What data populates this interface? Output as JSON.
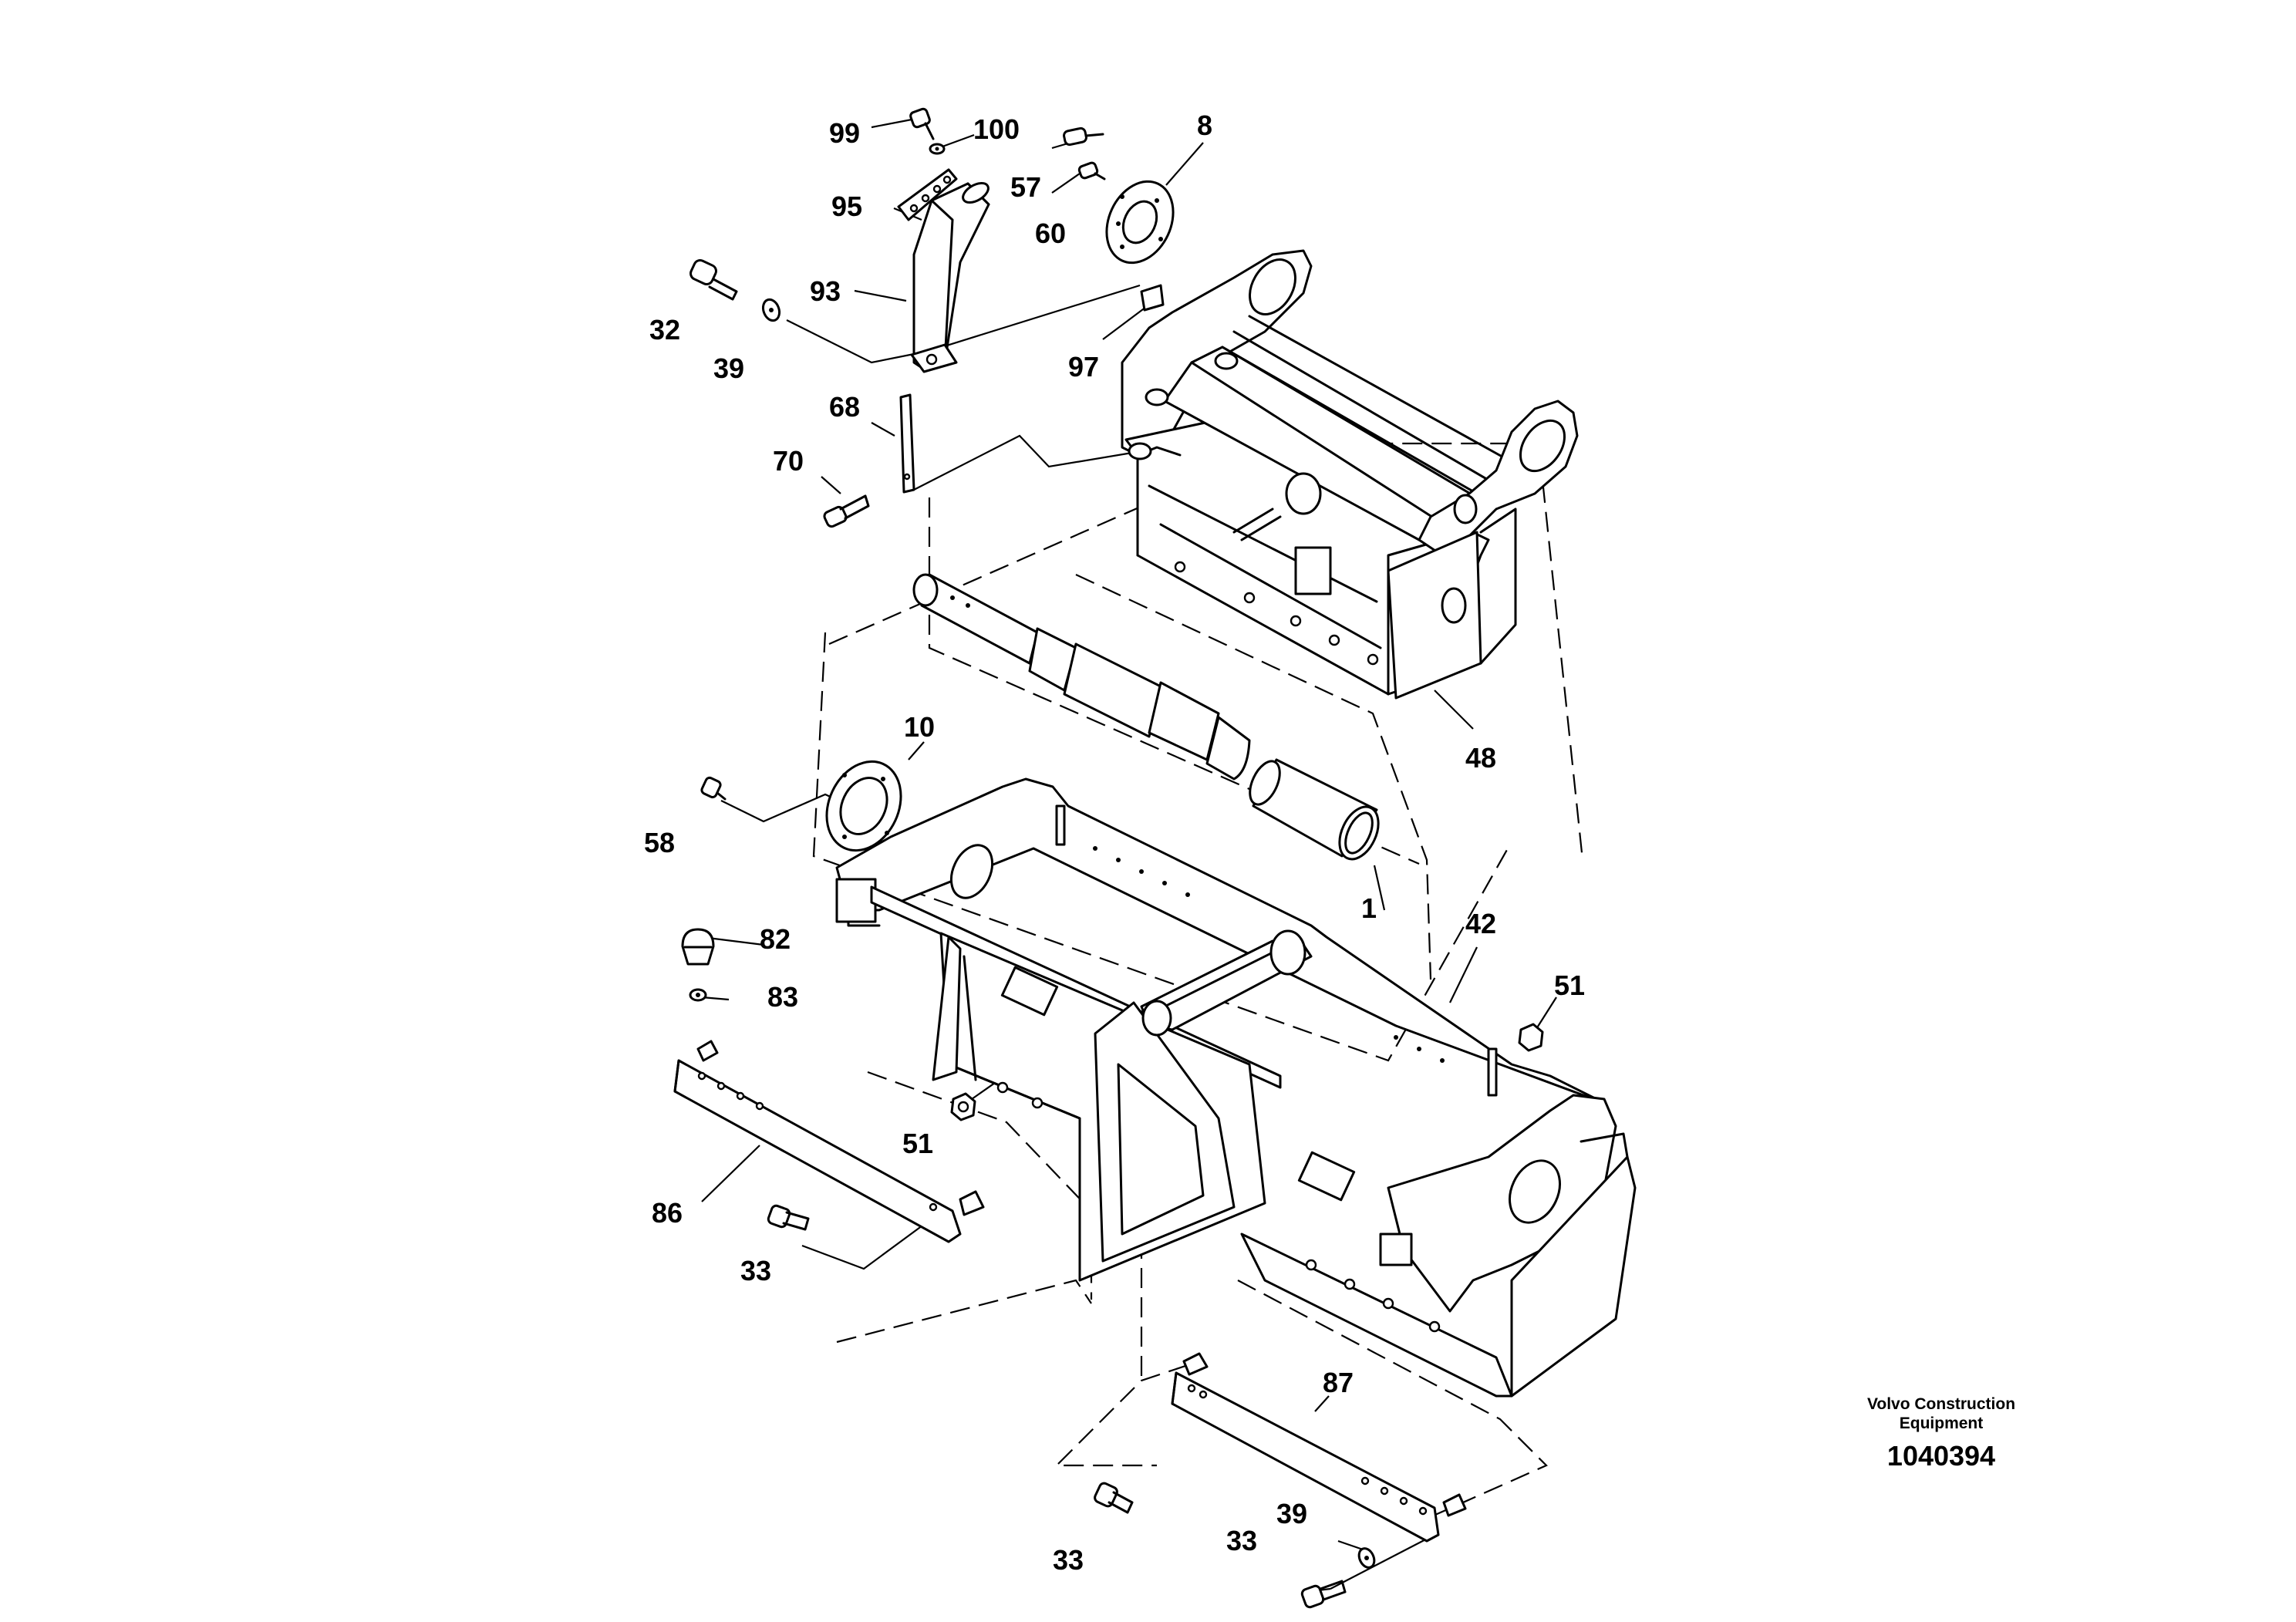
{
  "callouts": [
    {
      "id": "c99",
      "text": "99"
    },
    {
      "id": "c100",
      "text": "100"
    },
    {
      "id": "c8",
      "text": "8"
    },
    {
      "id": "c57",
      "text": "57"
    },
    {
      "id": "c95",
      "text": "95"
    },
    {
      "id": "c60",
      "text": "60"
    },
    {
      "id": "c93",
      "text": "93"
    },
    {
      "id": "c32",
      "text": "32"
    },
    {
      "id": "c39a",
      "text": "39"
    },
    {
      "id": "c97",
      "text": "97"
    },
    {
      "id": "c68",
      "text": "68"
    },
    {
      "id": "c70",
      "text": "70"
    },
    {
      "id": "c10",
      "text": "10"
    },
    {
      "id": "c48",
      "text": "48"
    },
    {
      "id": "c58",
      "text": "58"
    },
    {
      "id": "c1",
      "text": "1"
    },
    {
      "id": "c82",
      "text": "82"
    },
    {
      "id": "c42",
      "text": "42"
    },
    {
      "id": "c83",
      "text": "83"
    },
    {
      "id": "c51a",
      "text": "51"
    },
    {
      "id": "c51b",
      "text": "51"
    },
    {
      "id": "c86",
      "text": "86"
    },
    {
      "id": "c33a",
      "text": "33"
    },
    {
      "id": "c87",
      "text": "87"
    },
    {
      "id": "c39b",
      "text": "39"
    },
    {
      "id": "c33b",
      "text": "33"
    },
    {
      "id": "c33c",
      "text": "33"
    }
  ],
  "footer": {
    "brand_line1": "Volvo Construction",
    "brand_line2": "Equipment",
    "document_number": "1040394"
  }
}
